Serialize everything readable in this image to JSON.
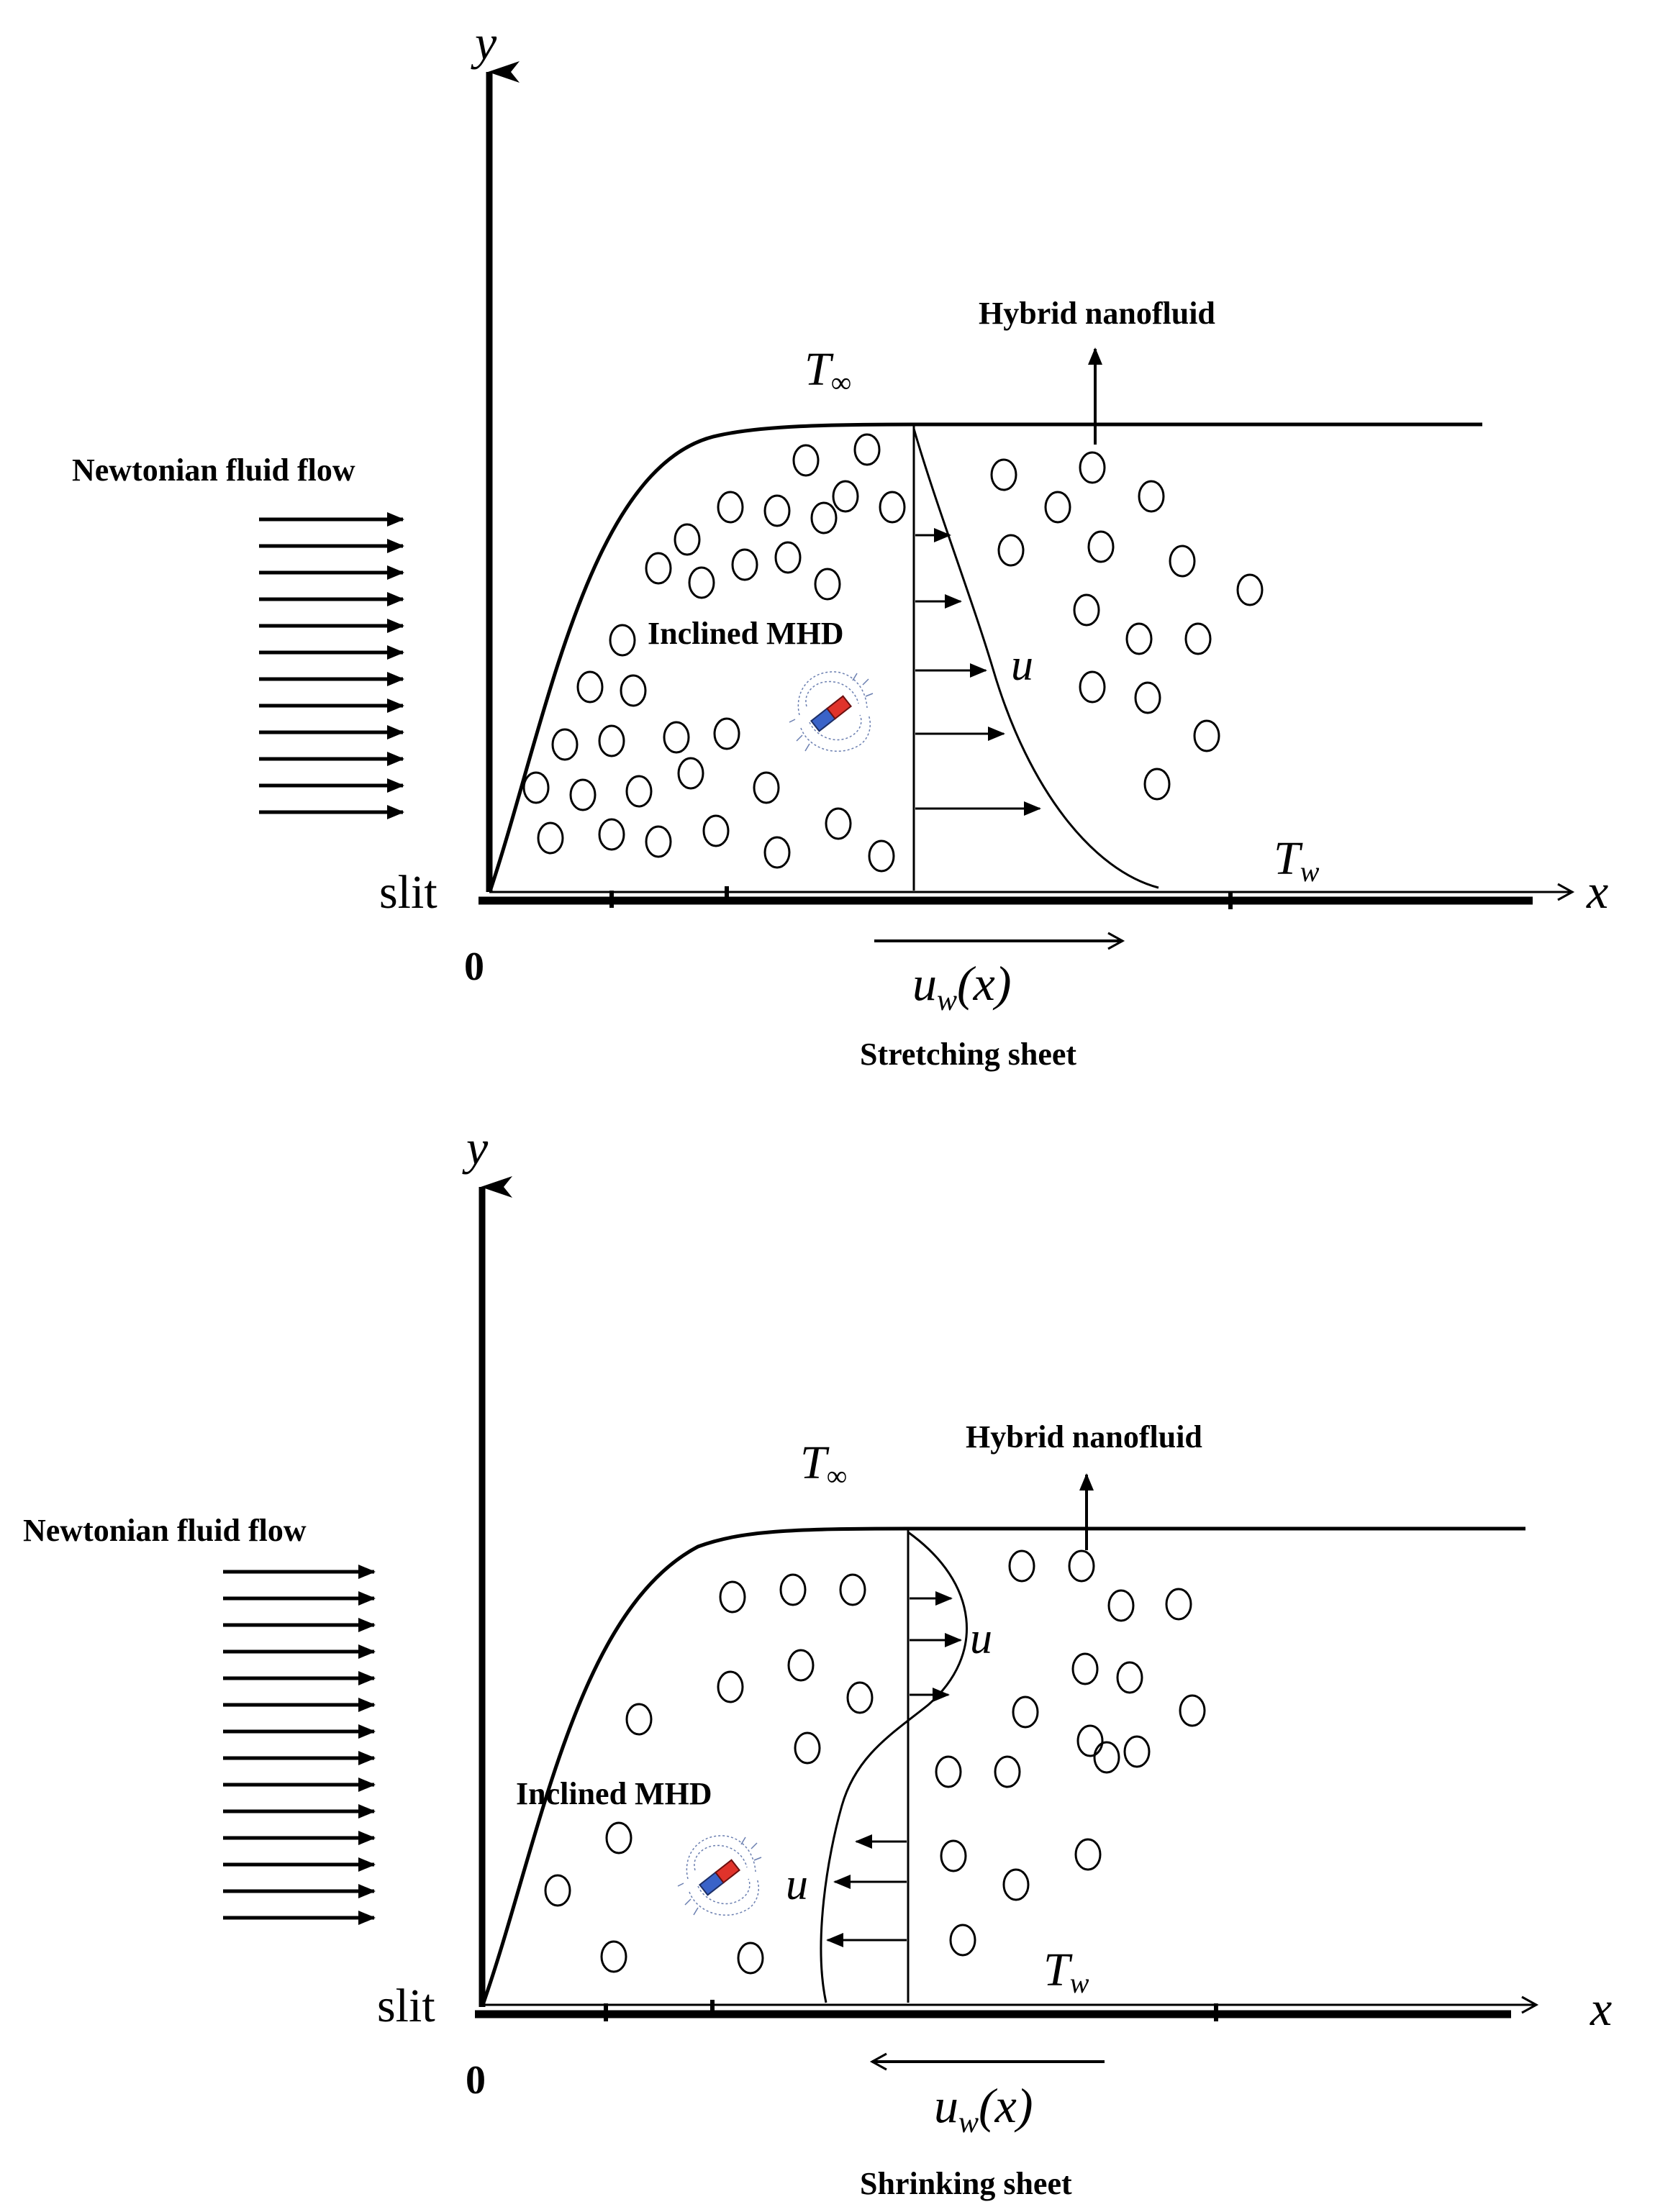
{
  "panels": [
    {
      "key": "stretching",
      "newtonian_label": "Newtonian fluid flow",
      "hybrid_label": "Hybrid nanofluid",
      "mhd_label": "Inclined MHD",
      "t_inf_main": "T",
      "t_inf_sub": "∞",
      "t_w_main": "T",
      "t_w_sub": "w",
      "u_label": "u",
      "uw_main": "u",
      "uw_sub": "w",
      "uw_arg": "(x)",
      "slit_label": "slit",
      "origin_label": "0",
      "x_axis_label": "x",
      "y_axis_label": "y",
      "sheet_label": "Stretching sheet"
    },
    {
      "key": "shrinking",
      "newtonian_label": "Newtonian fluid flow",
      "hybrid_label": "Hybrid nanofluid",
      "mhd_label": "Inclined MHD",
      "t_inf_main": "T",
      "t_inf_sub": "∞",
      "t_w_main": "T",
      "t_w_sub": "w",
      "u_label": "u",
      "u_label_2": "u",
      "uw_main": "u",
      "uw_sub": "w",
      "uw_arg": "(x)",
      "slit_label": "slit",
      "origin_label": "0",
      "x_axis_label": "x",
      "y_axis_label": "y",
      "sheet_label": "Shrinking sheet"
    }
  ]
}
